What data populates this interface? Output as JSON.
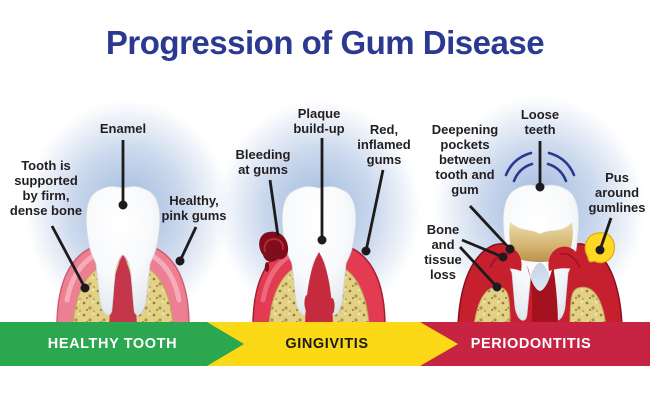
{
  "title": "Progression of Gum Disease",
  "colors": {
    "title_navy": "#2b3990",
    "stage_green": "#2aa74f",
    "stage_yellow": "#fbd917",
    "stage_red": "#c62442",
    "healthy_gum_pink": "#ec7f92",
    "inflamed_gum_red": "#e23b52",
    "diseased_gum_crimson": "#c6202f",
    "bone_tan": "#e3d185",
    "pus_yellow": "#ffd824",
    "tartar_brown": "#c9a04e",
    "glow_blue": "#8caad7"
  },
  "stages": [
    {
      "name": "HEALTHY TOOTH",
      "text_color": "#ffffff",
      "labels": {
        "enamel": "Enamel",
        "bone_support": "Tooth is\nsupported\nby firm,\ndense bone",
        "gums": "Healthy,\npink gums"
      }
    },
    {
      "name": "GINGIVITIS",
      "text_color": "#1c1c1c",
      "labels": {
        "plaque": "Plaque\nbuild-up",
        "bleeding": "Bleeding\nat gums",
        "inflamed": "Red,\ninflamed\ngums"
      }
    },
    {
      "name": "PERIODONTITIS",
      "text_color": "#ffffff",
      "labels": {
        "loose": "Loose\nteeth",
        "pockets": "Deepening\npockets\nbetween\ntooth and\ngum",
        "pus": "Pus\naround\ngumlines",
        "bone_loss": "Bone\nand\ntissue\nloss"
      }
    }
  ]
}
